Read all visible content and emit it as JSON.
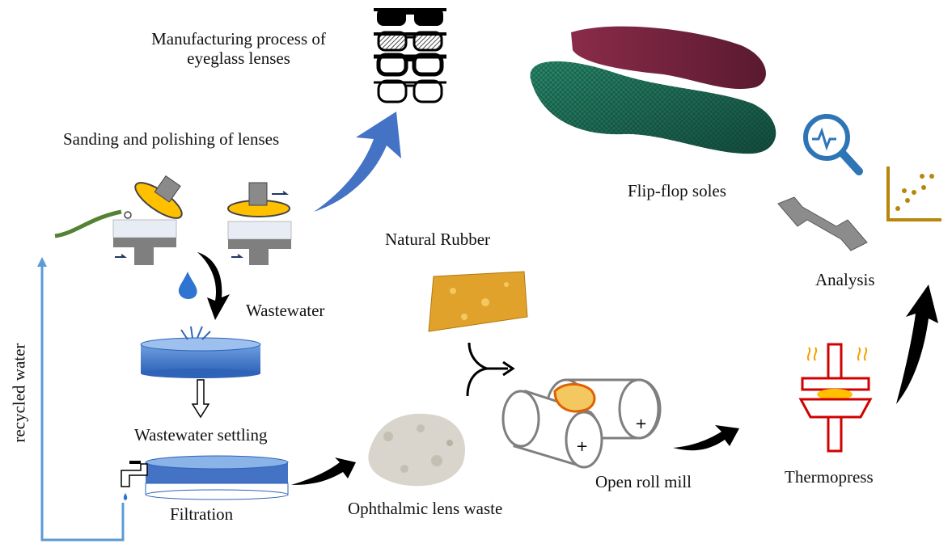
{
  "labels": {
    "manufacturing": "Manufacturing process of\neyeglass lenses",
    "sanding": "Sanding  and polishing  of lenses",
    "wastewater": "Wastewater",
    "settling": "Wastewater settling",
    "filtration": "Filtration",
    "recycled": "recycled water",
    "natural_rubber": "Natural Rubber",
    "lens_waste": "Ophthalmic lens waste",
    "open_roll_mill": "Open roll mill",
    "thermopress": "Thermopress",
    "flipflop": "Flip-flop soles",
    "analysis": "Analysis"
  },
  "icons": [
    "eyeglasses-icon",
    "lens-polisher-icon",
    "water-drop-icon",
    "settling-tank-icon",
    "filtration-tank-icon",
    "faucet-icon",
    "lens-waste-powder",
    "natural-rubber-block",
    "roll-mill-icon",
    "thermopress-icon",
    "flip-flop-soles-image",
    "magnifier-signal-icon",
    "scatter-chart-icon",
    "tensile-specimen-icon"
  ],
  "colors": {
    "flow_blue": "#4472c4",
    "recycle_line": "#5b9bd5",
    "arrow_black": "#000000",
    "lens_yellow": "#ffc000",
    "press_red": "#d00000",
    "sole_green": "#1f6b55",
    "sole_maroon": "#7a2340",
    "analysis_gold": "#b8860b"
  }
}
